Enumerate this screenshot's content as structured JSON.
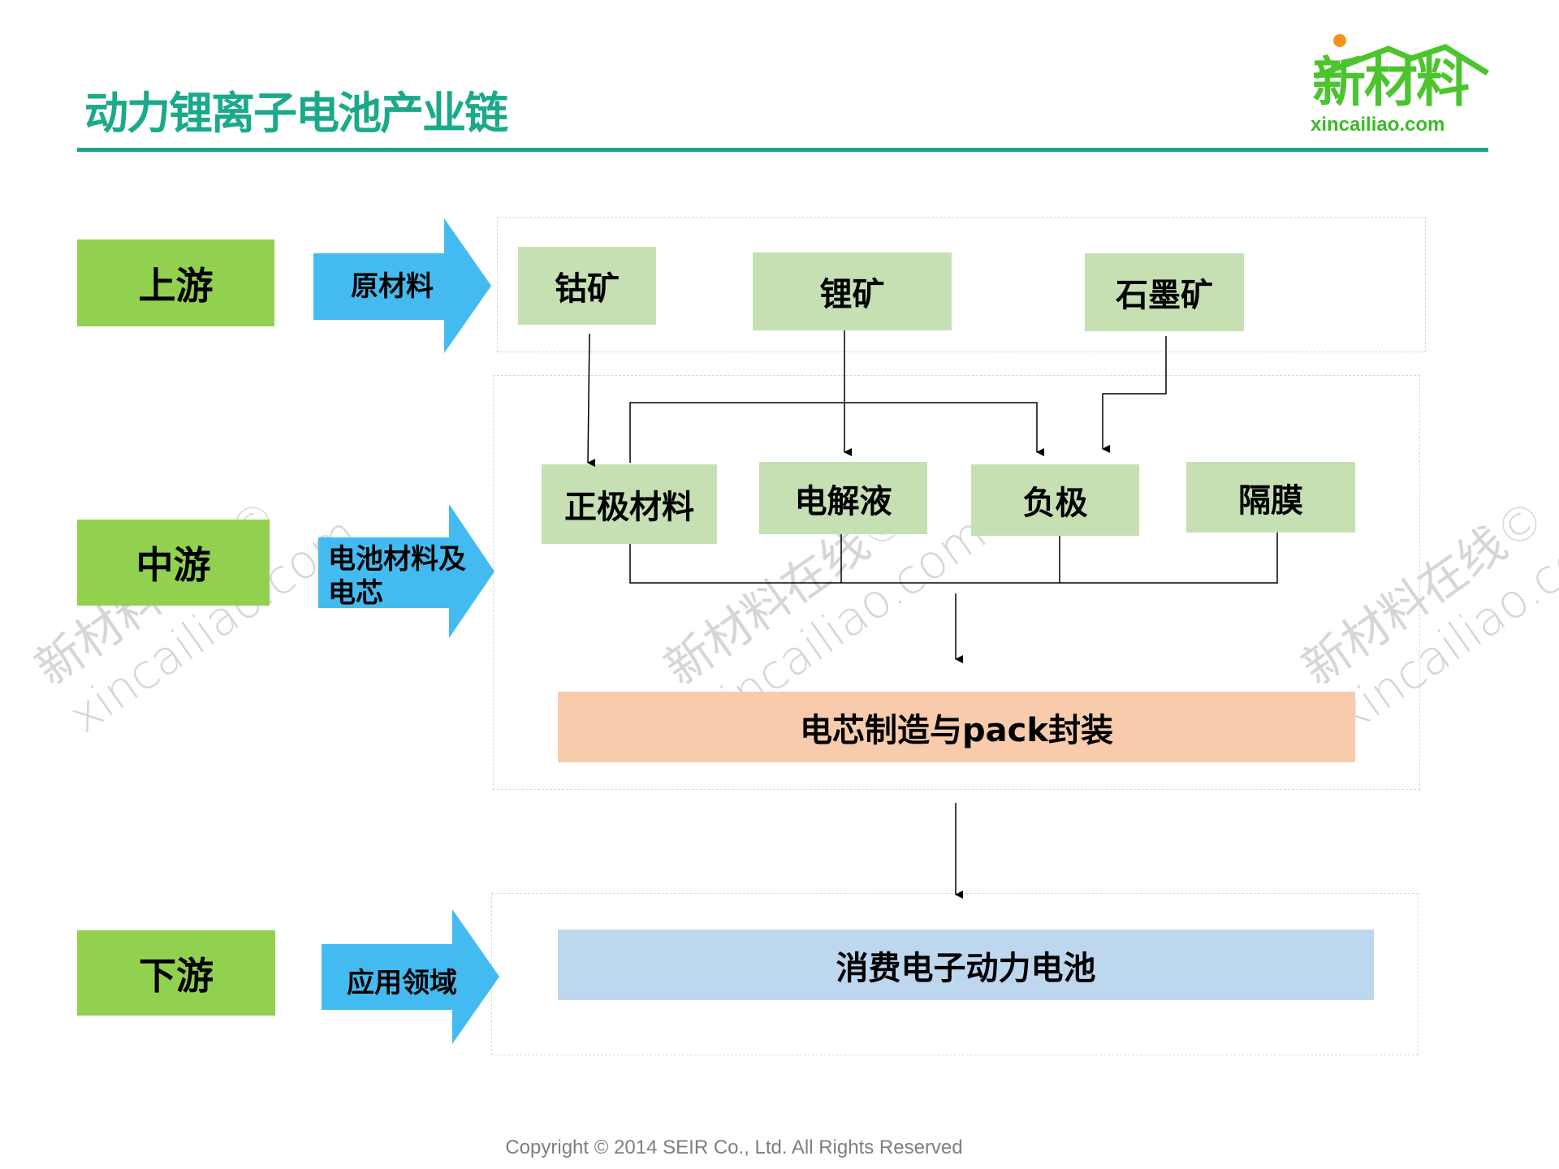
{
  "header": {
    "title": "动力锂离子电池产业链",
    "logo_cn": "新材料",
    "logo_en": "xincailiao.com"
  },
  "watermark": {
    "line1": "新材料在线©",
    "line2": "xincailiao.com"
  },
  "colors": {
    "title": "#1BA98A",
    "stage_green": "#92D050",
    "arrow_blue": "#44BBF0",
    "node_green": "#C6E0B4",
    "pack_peach": "#F8CBAD",
    "app_blue": "#BDD7EE"
  },
  "stages": [
    {
      "label": "上游",
      "arrow_label": "原材料"
    },
    {
      "label": "中游",
      "arrow_label": "电池材料及电芯"
    },
    {
      "label": "下游",
      "arrow_label": "应用领域"
    }
  ],
  "upstream": {
    "nodes": [
      "钴矿",
      "锂矿",
      "石墨矿"
    ]
  },
  "midstream": {
    "materials": [
      "正极材料",
      "电解液",
      "负极",
      "隔膜"
    ],
    "assembly": "电芯制造与pack封装"
  },
  "downstream": {
    "application": "消费电子动力电池"
  },
  "footer": {
    "copyright": "Copyright © 2014  SEIR Co., Ltd. All Rights Reserved"
  }
}
